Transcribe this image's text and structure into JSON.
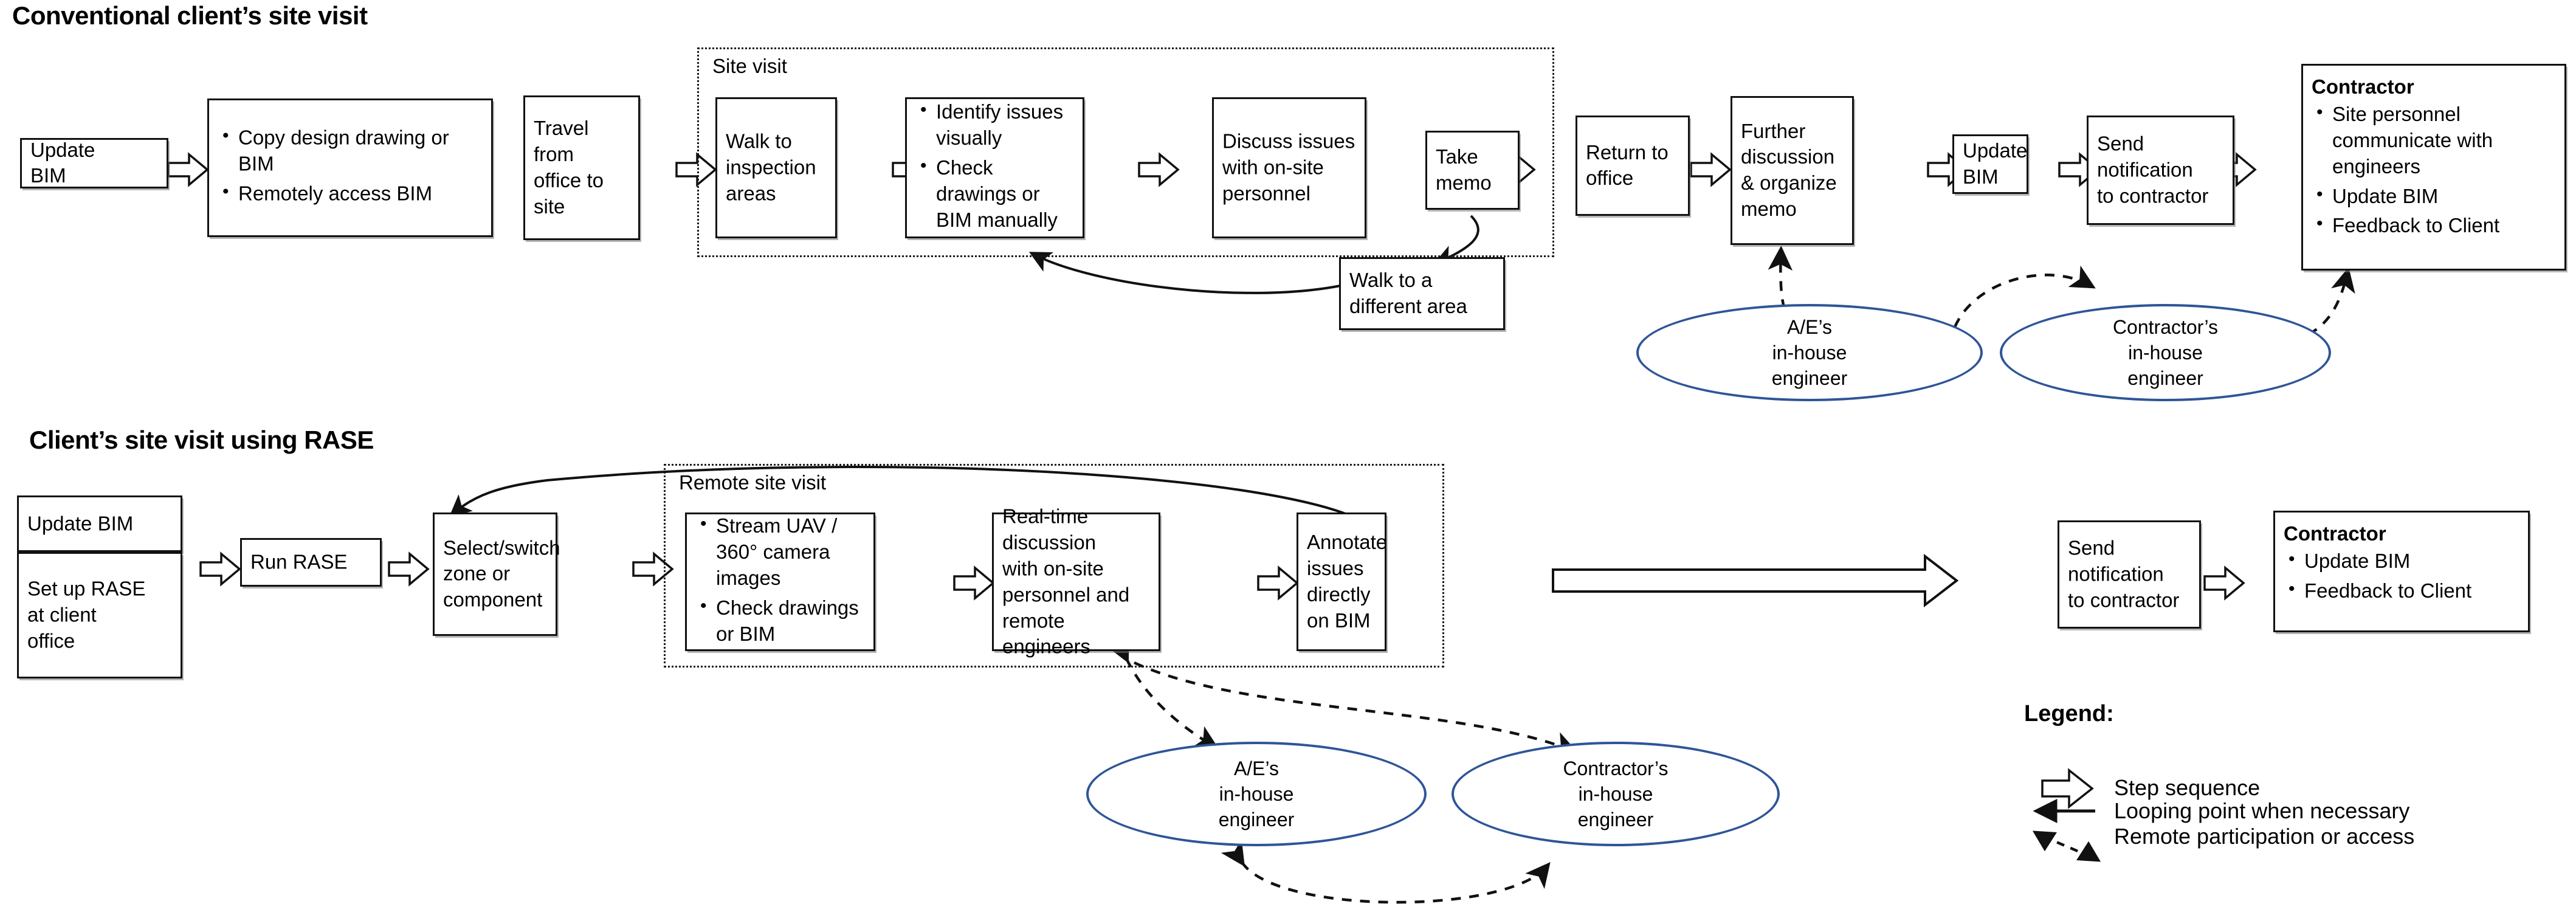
{
  "diagram": {
    "rows": [
      {
        "title": "Conventional client’s site visit",
        "group_label": "Site visit",
        "steps": [
          {
            "id": "update-bim",
            "text": "Update BIM",
            "lines": [
              "Update",
              "BIM"
            ]
          },
          {
            "id": "copy-design",
            "bullets": [
              "Copy design drawing or BIM",
              "Remotely access BIM"
            ]
          },
          {
            "id": "travel",
            "lines": [
              "Travel",
              "from",
              "office to",
              "site"
            ]
          },
          {
            "id": "walk-inspection",
            "lines": [
              "Walk to",
              "inspection",
              "areas"
            ]
          },
          {
            "id": "identify-issues",
            "bullets": [
              "Identify issues visually",
              "Check drawings or BIM manually"
            ]
          },
          {
            "id": "discuss-issues",
            "lines": [
              "Discuss issues",
              "with on-site",
              "personnel"
            ]
          },
          {
            "id": "take-memo",
            "lines": [
              "Take",
              "memo"
            ]
          },
          {
            "id": "return-office",
            "lines": [
              "Return to",
              "office"
            ]
          },
          {
            "id": "further-discussion",
            "lines": [
              "Further",
              "discussion",
              "& organize",
              "memo"
            ]
          },
          {
            "id": "update-bim-2",
            "lines": [
              "Update",
              "BIM"
            ]
          },
          {
            "id": "send-notification",
            "lines": [
              "Send",
              "notification",
              "to contractor"
            ]
          },
          {
            "id": "contractor",
            "header": "Contractor",
            "bullets": [
              "Site personnel communicate with engineers",
              "Update BIM",
              "Feedback to Client"
            ]
          }
        ],
        "loop_box": {
          "id": "walk-different-area",
          "lines": [
            "Walk to a",
            "different area"
          ]
        },
        "roles": [
          {
            "id": "ae-engineer",
            "lines": [
              "A/E’s",
              "in-house",
              "engineer"
            ]
          },
          {
            "id": "contractor-engineer",
            "lines": [
              "Contractor’s",
              "in-house",
              "engineer"
            ]
          }
        ]
      },
      {
        "title": "Client’s site visit using RASE",
        "group_label": "Remote site visit",
        "steps": [
          {
            "id": "update-bim-rase",
            "lines": [
              "Update BIM"
            ]
          },
          {
            "id": "setup-rase",
            "lines": [
              "Set up RASE",
              "at client",
              "office"
            ]
          },
          {
            "id": "run-rase",
            "lines": [
              "Run RASE"
            ]
          },
          {
            "id": "select-switch",
            "lines": [
              "Select/switch",
              "zone or",
              "component"
            ]
          },
          {
            "id": "stream-uav",
            "bullets": [
              "Stream UAV / 360° camera images",
              "Check drawings or BIM"
            ]
          },
          {
            "id": "realtime-discussion",
            "lines": [
              "Real-time discussion",
              "with on-site",
              "personnel and",
              "remote engineers"
            ]
          },
          {
            "id": "annotate-issues",
            "lines": [
              "Annotate",
              "issues",
              "directly",
              "on BIM"
            ]
          },
          {
            "id": "send-notification-2",
            "lines": [
              "Send",
              "notification",
              "to contractor"
            ]
          },
          {
            "id": "contractor-2",
            "header": "Contractor",
            "bullets": [
              "Update BIM",
              "Feedback to Client"
            ]
          }
        ],
        "roles": [
          {
            "id": "ae-engineer-2",
            "lines": [
              "A/E’s",
              "in-house",
              "engineer"
            ]
          },
          {
            "id": "contractor-engineer-2",
            "lines": [
              "Contractor’s",
              "in-house",
              "engineer"
            ]
          }
        ]
      }
    ],
    "legend": {
      "title": "Legend:",
      "items": [
        {
          "icon": "block-arrow-right-icon",
          "label": "Step sequence"
        },
        {
          "icon": "solid-arrow-left-icon",
          "label": "Looping point when necessary"
        },
        {
          "icon": "dashed-arrow-icon",
          "label": "Remote participation  or access"
        }
      ]
    },
    "colors": {
      "ellipse_border": "#2F5597",
      "box_border": "#111111",
      "text": "#000000",
      "background": "#FFFFFF"
    }
  }
}
